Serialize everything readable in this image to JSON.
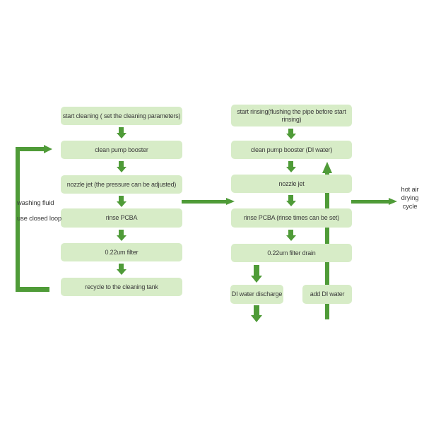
{
  "colors": {
    "box_fill": "#d7ecc7",
    "arrow_green": "#4f9b38",
    "text": "#3b3b3b",
    "background": "#ffffff"
  },
  "left_flow": {
    "box1": "start cleaning ( set the cleaning parameters)",
    "box2": "clean pump booster",
    "box3": "nozzle jet (the pressure can be adjusted)",
    "box4": "rinse PCBA",
    "box5": "0.22um filter",
    "box6": "recycle to the cleaning tank",
    "loop_label_line1": "washing fluid",
    "loop_label_line2": "use closed loop"
  },
  "right_flow": {
    "box1": "start rinsing(flushing the pipe before start rinsing)",
    "box2": "clean pump booster (DI water)",
    "box3": "nozzle jet",
    "box4": "rinse PCBA (rinse times can be set)",
    "box5": "0.22um filter drain",
    "box6": "DI water discharge",
    "box7": "add DI water",
    "drying_label_line1": "hot air",
    "drying_label_line2": "drying",
    "drying_label_line3": "cycle"
  }
}
